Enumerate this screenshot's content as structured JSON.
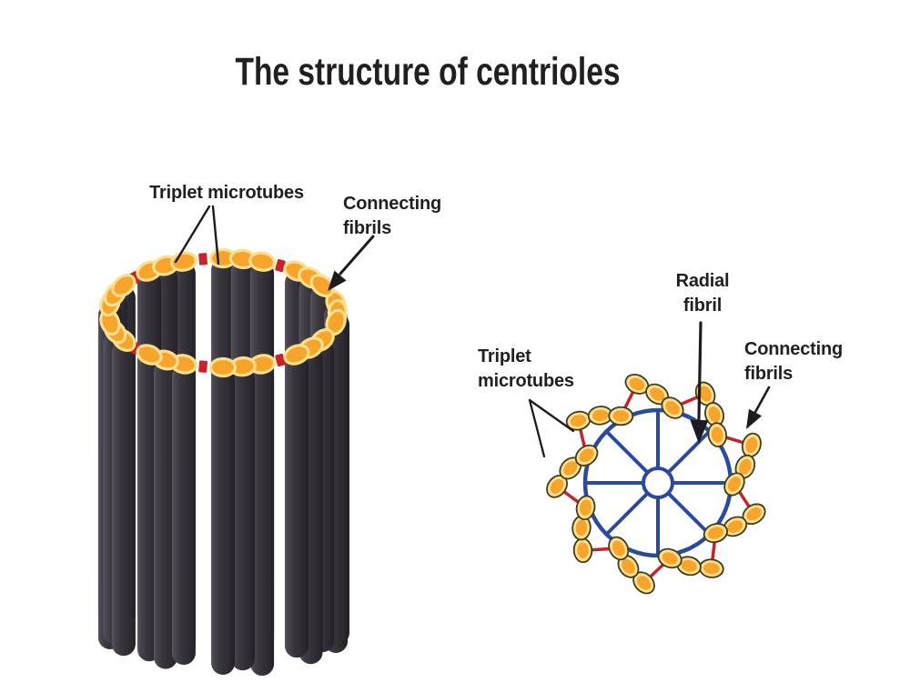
{
  "title": "The structure of centrioles",
  "left_diagram": {
    "labels": {
      "triplet_microtubes": "Triplet microtubes",
      "connecting_fibrils": "Connecting fibrils"
    },
    "triplet_groups": 9,
    "microtubules_per_triplet": 3,
    "connecting_fibril_count": 9
  },
  "right_diagram": {
    "labels": {
      "radial_fibril": "Radial fibril",
      "triplet_microtubes": "Triplet microtubes",
      "connecting_fibrils": "Connecting fibrils"
    },
    "triplet_groups": 9,
    "microtubules_per_triplet": 3,
    "cartwheel_spokes": 8
  },
  "colors": {
    "background": "#ffffff",
    "text": "#231f20",
    "microtubule_orange": "#f6a42c",
    "microtubule_rim_yellow": "#fadf8c",
    "microtubule_outline_dark": "#3f3c22",
    "fibril_red": "#c8232b",
    "cartwheel_blue": "#2a4b9d",
    "tube_dark": "#332f36",
    "arrow_black": "#1e1b20"
  }
}
